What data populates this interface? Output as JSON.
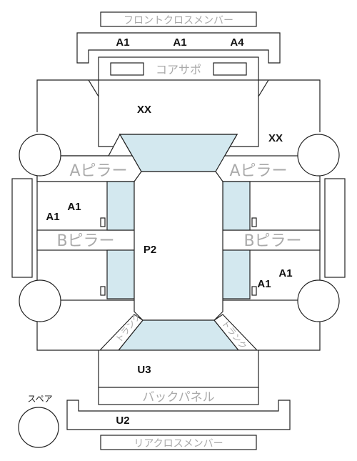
{
  "parts": {
    "front_cross_member": "フロントクロスメンバー",
    "core_support": "コアサポ",
    "a_pillar_left": "Aピラー",
    "a_pillar_right": "Aピラー",
    "b_pillar_left": "Bピラー",
    "b_pillar_right": "Bピラー",
    "back_panel": "バックパネル",
    "rear_cross_member": "リアクロスメンバー",
    "trunk_left": "トランク",
    "trunk_right": "トランク",
    "spare": "スペア"
  },
  "grades": {
    "front_cross_member": [
      "A1",
      "A1",
      "A4"
    ],
    "front_left": "XX",
    "front_right": "XX",
    "left_front_door_a": "A1",
    "left_front_door_b": "A1",
    "floor": "P2",
    "right_rear_door_a": "A1",
    "right_rear_door_b": "A1",
    "trunk_floor": "U3",
    "rear_cross_member": "U2"
  }
}
